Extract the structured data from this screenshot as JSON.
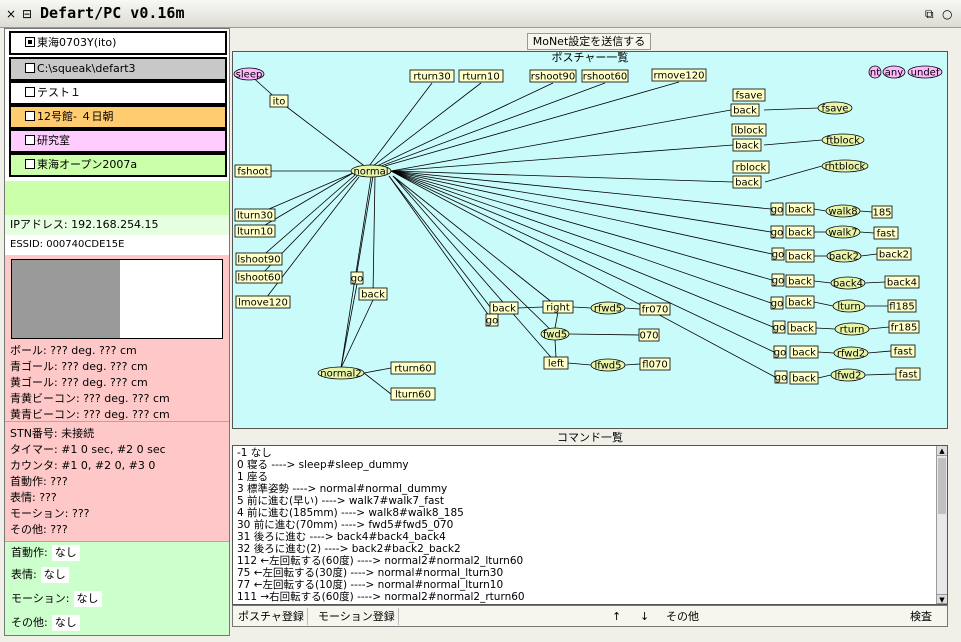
{
  "window": {
    "title": "Defart/PC v0.16m",
    "close_glyph": "×",
    "menu_glyph": "⊟",
    "right_glyph_1": "⧉",
    "right_glyph_2": "○"
  },
  "robots": [
    {
      "label": "東海0703Y(ito)",
      "checked": true,
      "color": "#ffffff"
    },
    {
      "label": "C:\\squeak\\defart3",
      "checked": false,
      "color": "#c8c8c8"
    },
    {
      "label": "テスト１",
      "checked": false,
      "color": "#ffffff"
    },
    {
      "label": "12号館- ４日朝",
      "checked": false,
      "color": "#ffcc70"
    },
    {
      "label": "研究室",
      "checked": false,
      "color": "#ffccff"
    },
    {
      "label": "東海オープン2007a",
      "checked": false,
      "color": "#ccffaa"
    }
  ],
  "network": {
    "ip": "IPアドレス:  192.168.254.15",
    "essid": "ESSID: 000740CDE15E"
  },
  "vision": [
    "ボール: ??? deg. ??? cm",
    "青ゴール: ??? deg. ??? cm",
    "黄ゴール: ??? deg. ??? cm",
    "青黄ビーコン: ??? deg. ??? cm",
    "黄青ビーコン: ??? deg. ??? cm"
  ],
  "status": [
    "STN番号: 未接続",
    "タイマー: #1 0 sec, #2 0 sec",
    "カウンタ: #1 0, #2 0, #3 0",
    "首動作: ???",
    "表情: ???",
    "モーション: ???",
    "その他: ???"
  ],
  "settings": [
    {
      "label": "首動作:",
      "value": "なし"
    },
    {
      "label": "表情:",
      "value": "なし"
    },
    {
      "label": "モーション:",
      "value": "なし"
    },
    {
      "label": "その他:",
      "value": "なし"
    }
  ],
  "main": {
    "send_button": "MoNet設定を送信する",
    "posture_title": "ポスチャー一覧",
    "command_title": "コマンド一覧"
  },
  "posture_nodes": {
    "sleep": "sleep",
    "ito": "ito",
    "normal": "normal",
    "fshoot": "fshoot",
    "lturn30": "lturn30",
    "lturn10": "lturn10",
    "lshoot90": "lshoot90",
    "lshoot60": "lshoot60",
    "lmove120": "lmove120",
    "rturn30": "rturn30",
    "rturn10": "rturn10",
    "rshoot90": "rshoot90",
    "rshoot60": "rshoot60",
    "rmove120": "rmove120",
    "nt": "nt",
    "any": "any",
    "undef": "undef",
    "fsave": "fsave",
    "back": "back",
    "fsave_oval": "fsave",
    "lblock": "lblock",
    "ftblock": "ftblock",
    "rblock": "rblock",
    "rhtblock": "rhtblock",
    "go": "go",
    "walk8": "walk8",
    "n185": "185",
    "walk7": "walk7",
    "fast": "fast",
    "back2": "back2",
    "back4": "back4",
    "lturn": "lturn",
    "fl185": "fl185",
    "rturn": "rturn",
    "fr185": "fr185",
    "rfwd2": "rfwd2",
    "lfwd2": "lfwd2",
    "normal2": "normal2",
    "rturn60": "rturn60",
    "lturn60": "lturn60",
    "right": "right",
    "rfwd5": "rfwd5",
    "fr070": "fr070",
    "fwd5": "fwd5",
    "n070": "070",
    "left": "left",
    "lfwd5": "lfwd5",
    "fl070": "fl070"
  },
  "commands": [
    "-1 なし",
    "0 寝る ----> sleep#sleep_dummy",
    "1 座る",
    "3 標準姿勢 ----> normal#normal_dummy",
    "5 前に進む(早い) ----> walk7#walk7_fast",
    "4 前に進む(185mm) ----> walk8#walk8_185",
    "30 前に進む(70mm) ----> fwd5#fwd5_070",
    "31 後ろに進む ----> back4#back4_back4",
    "32 後ろに進む(2) ----> back2#back2_back2",
    "112 ←左回転する(60度) ----> normal2#normal2_lturn60",
    "75 ←左回転する(30度) ----> normal#normal_lturn30",
    "77 ←左回転する(10度) ----> normal#normal_lturn10",
    "111 →右回転する(60度) ----> normal2#normal2_rturn60"
  ],
  "toolbar": {
    "posture_register": "ポスチャ登録",
    "motion_register": "モーション登録",
    "up": "↑",
    "down": "↓",
    "other": "その他",
    "search": "検査"
  },
  "colors": {
    "posture_bg": "#c9fbfb",
    "rect_node": "#ffffc8",
    "oval_node": "#e8f5a8",
    "pink_node": "#ffb8ff"
  }
}
